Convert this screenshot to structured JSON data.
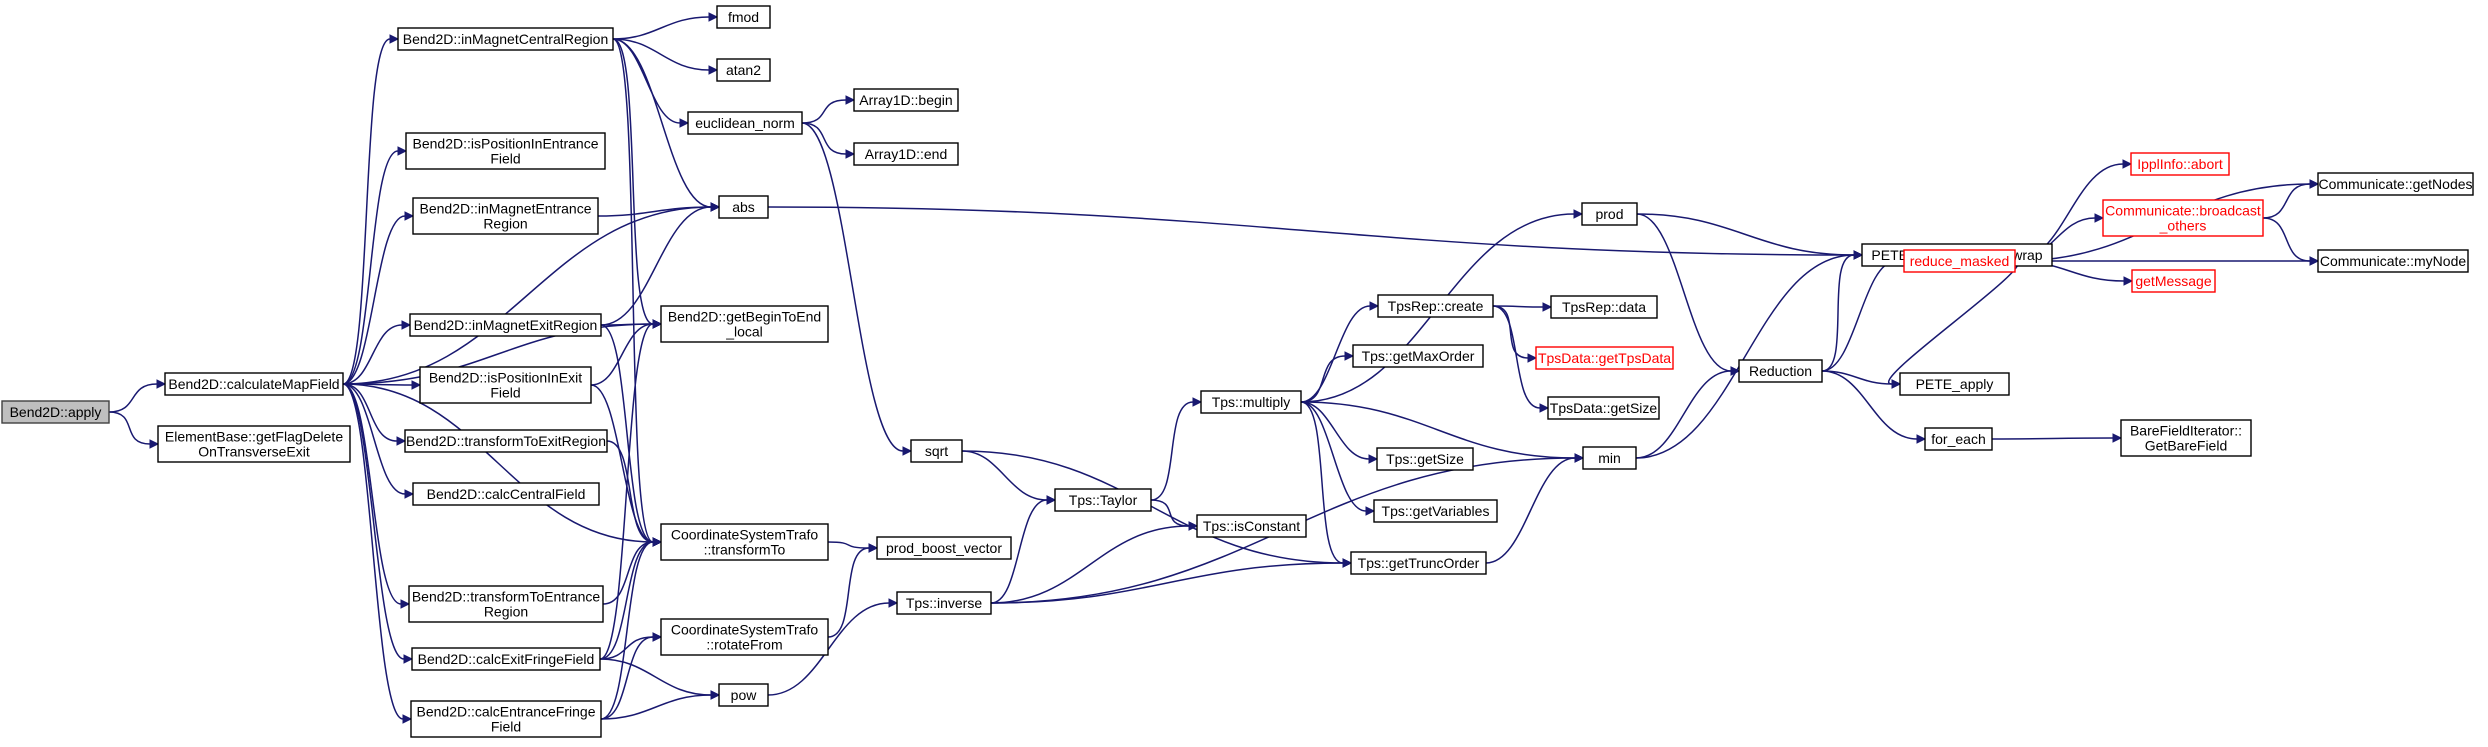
{
  "title": "",
  "colors": {
    "edge": "#191970",
    "node_border": "#000000",
    "current_fill": "#bfbfbf",
    "truncated_border": "#ff0000"
  },
  "nodes": {
    "apply": {
      "lines": [
        "Bend2D::apply"
      ],
      "kind": "current"
    },
    "calculateMapField": {
      "lines": [
        "Bend2D::calculateMapField"
      ]
    },
    "getFlagDelete": {
      "lines": [
        "ElementBase::getFlagDelete",
        "OnTransverseExit"
      ]
    },
    "inMagnetCentralRegion": {
      "lines": [
        "Bend2D::inMagnetCentralRegion"
      ]
    },
    "isPositionInEntranceField": {
      "lines": [
        "Bend2D::isPositionInEntrance",
        "Field"
      ]
    },
    "inMagnetEntranceRegion": {
      "lines": [
        "Bend2D::inMagnetEntrance",
        "Region"
      ]
    },
    "inMagnetExitRegion": {
      "lines": [
        "Bend2D::inMagnetExitRegion"
      ]
    },
    "isPositionInExitField": {
      "lines": [
        "Bend2D::isPositionInExit",
        "Field"
      ]
    },
    "transformToExitRegion": {
      "lines": [
        "Bend2D::transformToExitRegion"
      ]
    },
    "calcCentralField": {
      "lines": [
        "Bend2D::calcCentralField"
      ]
    },
    "transformToEntranceRegion": {
      "lines": [
        "Bend2D::transformToEntrance",
        "Region"
      ]
    },
    "calcExitFringeField": {
      "lines": [
        "Bend2D::calcExitFringeField"
      ]
    },
    "calcEntranceFringeField": {
      "lines": [
        "Bend2D::calcEntranceFringe",
        "Field"
      ]
    },
    "fmod": {
      "lines": [
        "fmod"
      ]
    },
    "atan2": {
      "lines": [
        "atan2"
      ]
    },
    "euclidean_norm": {
      "lines": [
        "euclidean_norm"
      ]
    },
    "abs": {
      "lines": [
        "abs"
      ]
    },
    "getBeginToEnd": {
      "lines": [
        "Bend2D::getBeginToEnd",
        "_local"
      ]
    },
    "transformTo": {
      "lines": [
        "CoordinateSystemTrafo",
        "::transformTo"
      ]
    },
    "rotateFrom": {
      "lines": [
        "CoordinateSystemTrafo",
        "::rotateFrom"
      ]
    },
    "pow": {
      "lines": [
        "pow"
      ]
    },
    "array_begin": {
      "lines": [
        "Array1D::begin"
      ]
    },
    "array_end": {
      "lines": [
        "Array1D::end"
      ]
    },
    "sqrt": {
      "lines": [
        "sqrt"
      ]
    },
    "prod_boost_vector": {
      "lines": [
        "prod_boost_vector"
      ]
    },
    "tps_inverse": {
      "lines": [
        "Tps::inverse"
      ]
    },
    "tps_taylor": {
      "lines": [
        "Tps::Taylor"
      ]
    },
    "tps_isConstant": {
      "lines": [
        "Tps::isConstant"
      ]
    },
    "tps_multiply": {
      "lines": [
        "Tps::multiply"
      ]
    },
    "tpsrep_create": {
      "lines": [
        "TpsRep::create"
      ]
    },
    "tps_getMaxOrder": {
      "lines": [
        "Tps::getMaxOrder"
      ]
    },
    "tps_getSize": {
      "lines": [
        "Tps::getSize"
      ]
    },
    "tps_getVariables": {
      "lines": [
        "Tps::getVariables"
      ]
    },
    "tps_getTruncOrder": {
      "lines": [
        "Tps::getTruncOrder"
      ]
    },
    "tpsrep_data": {
      "lines": [
        "TpsRep::data"
      ]
    },
    "tpsdata_getTpsData": {
      "lines": [
        "TpsData::getTpsData"
      ],
      "kind": "truncated"
    },
    "tpsdata_getSize": {
      "lines": [
        "TpsData::getSize"
      ]
    },
    "prod": {
      "lines": [
        "prod"
      ]
    },
    "min": {
      "lines": [
        "min"
      ]
    },
    "pete_unwrap": {
      "lines": [
        "PETE_Expr::PETE_unwrap"
      ]
    },
    "reduction": {
      "lines": [
        "Reduction"
      ]
    },
    "for_each": {
      "lines": [
        "for_each"
      ]
    },
    "pete_apply": {
      "lines": [
        "PETE_apply"
      ]
    },
    "barefield": {
      "lines": [
        "BareFieldIterator::",
        "GetBareField"
      ]
    },
    "reduce_masked": {
      "lines": [
        "reduce_masked"
      ],
      "kind": "truncated"
    },
    "ippl_abort": {
      "lines": [
        "IpplInfo::abort"
      ],
      "kind": "truncated"
    },
    "broadcast_others": {
      "lines": [
        "Communicate::broadcast",
        "_others"
      ],
      "kind": "truncated"
    },
    "getMessage": {
      "lines": [
        "getMessage"
      ],
      "kind": "truncated"
    },
    "getNodes": {
      "lines": [
        "Communicate::getNodes"
      ]
    },
    "myNode": {
      "lines": [
        "Communicate::myNode"
      ]
    }
  },
  "edges": [
    [
      "apply",
      "calculateMapField"
    ],
    [
      "apply",
      "getFlagDelete"
    ],
    [
      "calculateMapField",
      "inMagnetCentralRegion"
    ],
    [
      "calculateMapField",
      "isPositionInEntranceField"
    ],
    [
      "calculateMapField",
      "inMagnetEntranceRegion"
    ],
    [
      "calculateMapField",
      "abs"
    ],
    [
      "calculateMapField",
      "getBeginToEnd"
    ],
    [
      "calculateMapField",
      "inMagnetExitRegion"
    ],
    [
      "calculateMapField",
      "isPositionInExitField"
    ],
    [
      "calculateMapField",
      "transformToExitRegion"
    ],
    [
      "calculateMapField",
      "calcCentralField"
    ],
    [
      "calculateMapField",
      "transformTo"
    ],
    [
      "calculateMapField",
      "transformToEntranceRegion"
    ],
    [
      "calculateMapField",
      "calcExitFringeField"
    ],
    [
      "calculateMapField",
      "calcEntranceFringeField"
    ],
    [
      "inMagnetCentralRegion",
      "fmod"
    ],
    [
      "inMagnetCentralRegion",
      "atan2"
    ],
    [
      "inMagnetCentralRegion",
      "euclidean_norm"
    ],
    [
      "inMagnetCentralRegion",
      "abs"
    ],
    [
      "inMagnetCentralRegion",
      "getBeginToEnd"
    ],
    [
      "inMagnetCentralRegion",
      "transformTo"
    ],
    [
      "inMagnetEntranceRegion",
      "abs"
    ],
    [
      "inMagnetExitRegion",
      "abs"
    ],
    [
      "inMagnetExitRegion",
      "getBeginToEnd"
    ],
    [
      "inMagnetExitRegion",
      "transformTo"
    ],
    [
      "isPositionInExitField",
      "getBeginToEnd"
    ],
    [
      "isPositionInExitField",
      "transformTo"
    ],
    [
      "transformToExitRegion",
      "transformTo"
    ],
    [
      "transformToEntranceRegion",
      "transformTo"
    ],
    [
      "calcExitFringeField",
      "getBeginToEnd"
    ],
    [
      "calcExitFringeField",
      "transformTo"
    ],
    [
      "calcExitFringeField",
      "rotateFrom"
    ],
    [
      "calcExitFringeField",
      "pow"
    ],
    [
      "calcEntranceFringeField",
      "transformTo"
    ],
    [
      "calcEntranceFringeField",
      "rotateFrom"
    ],
    [
      "calcEntranceFringeField",
      "pow"
    ],
    [
      "euclidean_norm",
      "array_begin"
    ],
    [
      "euclidean_norm",
      "array_end"
    ],
    [
      "euclidean_norm",
      "sqrt"
    ],
    [
      "abs",
      "pete_unwrap"
    ],
    [
      "transformTo",
      "prod_boost_vector"
    ],
    [
      "rotateFrom",
      "prod_boost_vector"
    ],
    [
      "pow",
      "tps_inverse"
    ],
    [
      "sqrt",
      "tps_taylor"
    ],
    [
      "sqrt",
      "tps_getTruncOrder"
    ],
    [
      "tps_inverse",
      "tps_taylor"
    ],
    [
      "tps_inverse",
      "tps_isConstant"
    ],
    [
      "tps_inverse",
      "tps_getTruncOrder"
    ],
    [
      "tps_inverse",
      "min"
    ],
    [
      "tps_taylor",
      "tps_multiply"
    ],
    [
      "tps_taylor",
      "tps_isConstant"
    ],
    [
      "tps_multiply",
      "prod"
    ],
    [
      "tps_multiply",
      "tpsrep_create"
    ],
    [
      "tps_multiply",
      "tps_getMaxOrder"
    ],
    [
      "tps_multiply",
      "tps_getSize"
    ],
    [
      "tps_multiply",
      "tps_getVariables"
    ],
    [
      "tps_multiply",
      "tps_getTruncOrder"
    ],
    [
      "tps_multiply",
      "min"
    ],
    [
      "tpsrep_create",
      "tpsrep_data"
    ],
    [
      "tpsrep_create",
      "tpsdata_getTpsData"
    ],
    [
      "tpsrep_create",
      "tpsdata_getSize"
    ],
    [
      "tps_getTruncOrder",
      "min"
    ],
    [
      "prod",
      "pete_unwrap"
    ],
    [
      "prod",
      "reduction"
    ],
    [
      "min",
      "pete_unwrap"
    ],
    [
      "min",
      "reduction"
    ],
    [
      "reduction",
      "pete_unwrap"
    ],
    [
      "reduction",
      "reduce_masked"
    ],
    [
      "reduction",
      "pete_apply"
    ],
    [
      "reduction",
      "for_each"
    ],
    [
      "for_each",
      "barefield"
    ],
    [
      "reduce_masked",
      "ippl_abort"
    ],
    [
      "reduce_masked",
      "broadcast_others"
    ],
    [
      "reduce_masked",
      "getMessage"
    ],
    [
      "reduce_masked",
      "getNodes"
    ],
    [
      "reduce_masked",
      "myNode"
    ],
    [
      "reduce_masked",
      "pete_apply"
    ],
    [
      "broadcast_others",
      "getNodes"
    ],
    [
      "broadcast_others",
      "myNode"
    ]
  ]
}
